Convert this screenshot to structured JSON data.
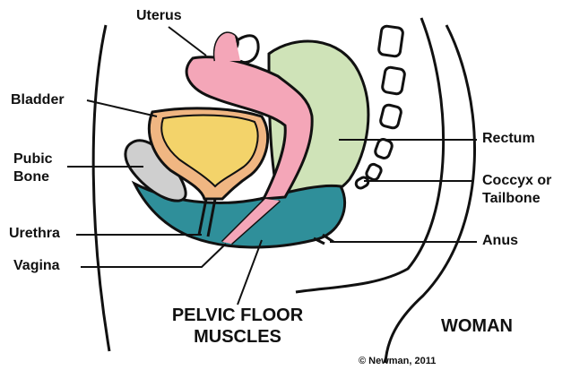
{
  "diagram": {
    "labels": {
      "uterus": "Uterus",
      "bladder": "Bladder",
      "pubic_bone": "Pubic\nBone",
      "urethra": "Urethra",
      "vagina": "Vagina",
      "rectum": "Rectum",
      "coccyx": "Coccyx or\nTailbone",
      "anus": "Anus",
      "pelvic_floor": "PELVIC FLOOR\nMUSCLES",
      "woman": "WOMAN",
      "credit": "© Newman, 2011"
    },
    "colors": {
      "uterus": "#f4a6b8",
      "bladder": "#f3d36a",
      "bladder_wall": "#f0b682",
      "pubic_bone": "#cfcfcf",
      "rectum": "#cfe3b8",
      "pelvic_floor": "#2f8f9a",
      "outline": "#111111"
    }
  }
}
